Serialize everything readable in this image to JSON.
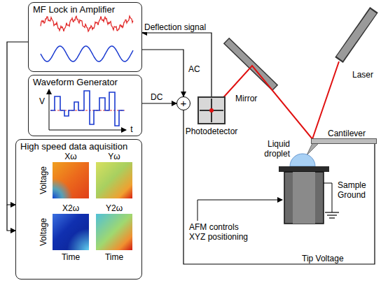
{
  "diagram": {
    "nodes": [
      {
        "text": [
          "MF Lock in Amplifier"
        ]
      },
      {
        "text": [
          "Waveform Generator"
        ]
      },
      {
        "text": [
          "High speed data aquisition"
        ]
      },
      {
        "text": [
          "Photodetector"
        ]
      },
      {
        "text": [
          "+"
        ]
      },
      {
        "text": [
          "Cantilever"
        ]
      }
    ],
    "edges": [
      {
        "from": 3,
        "to": 0,
        "label": "Deflection signal",
        "arrow": "to"
      },
      {
        "from": 0,
        "to": 4,
        "label": "AC",
        "arrow": "to"
      },
      {
        "from": 1,
        "to": 4,
        "label": "DC",
        "arrow": "to"
      },
      {
        "from": 0,
        "to": 2,
        "arrow": "to"
      },
      {
        "from": 4,
        "to": 5,
        "label": "Tip Voltage",
        "arrow": "none"
      }
    ],
    "labels": [
      "Mirror",
      "Laser",
      "Liquid droplet",
      "Sample Ground",
      "AFM controls XYZ positioning",
      "V",
      "t",
      "Xω",
      "Yω",
      "X2ω",
      "Y2ω",
      "Voltage",
      "Voltage",
      "Time",
      "Time"
    ]
  }
}
